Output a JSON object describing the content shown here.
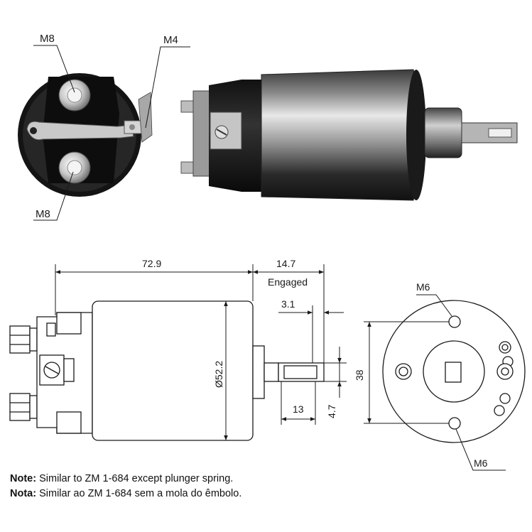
{
  "photo_labels": {
    "m8_top": "M8",
    "m4": "M4",
    "m8_bottom": "M8"
  },
  "dimensions": {
    "overall_length": "72.9",
    "plunger_travel": "14.7",
    "engaged": "Engaged",
    "plunger_offset": "3.1",
    "diameter": "Ø52.2",
    "plunger_length": "13",
    "plunger_width": "4.7",
    "mount_spacing": "38",
    "mount_thread_top": "M6",
    "mount_thread_bottom": "M6"
  },
  "notes": {
    "en_label": "Note:",
    "en_text": " Similar to ZM 1-684 except plunger spring.",
    "pt_label": "Nota:",
    "pt_text": " Similar ao ZM 1-684 sem a mola do êmbolo."
  },
  "colors": {
    "line": "#1a1a1a",
    "body_dark": "#1c1c1c",
    "metal_light": "#d8d8d8"
  }
}
